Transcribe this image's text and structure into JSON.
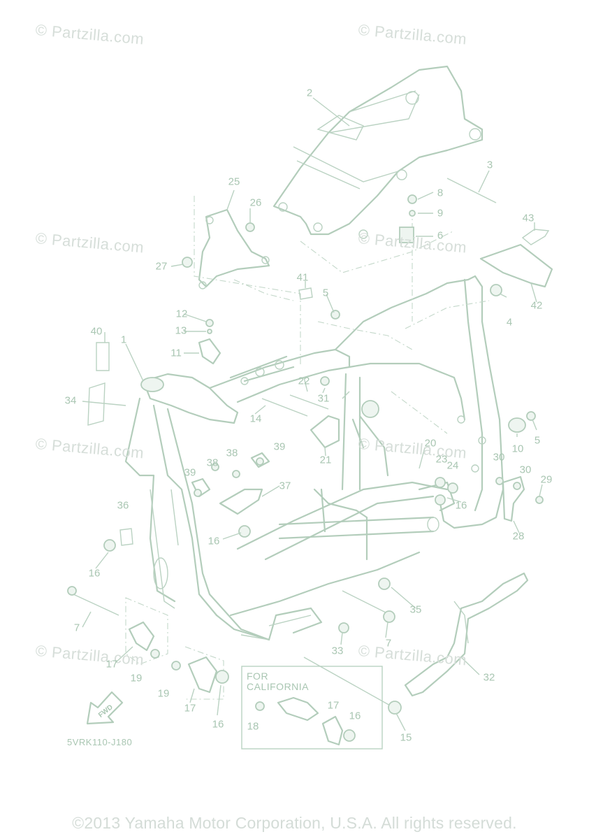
{
  "watermark": "© Partzilla.com",
  "inset_title_line1": "FOR",
  "inset_title_line2": "CALIFORNIA",
  "diagram_code": "5VRK110-J180",
  "fwd_label": "FWD",
  "copyright": "©2013 Yamaha Motor Corporation, U.S.A. All rights reserved.",
  "callouts": [
    "1",
    "2",
    "3",
    "4",
    "5",
    "5",
    "6",
    "7",
    "7",
    "8",
    "9",
    "10",
    "11",
    "12",
    "13",
    "14",
    "15",
    "16",
    "16",
    "16",
    "16",
    "16",
    "17",
    "17",
    "17",
    "18",
    "19",
    "19",
    "20",
    "21",
    "22",
    "23",
    "24",
    "25",
    "26",
    "27",
    "28",
    "29",
    "30",
    "30",
    "31",
    "32",
    "33",
    "34",
    "35",
    "36",
    "37",
    "38",
    "38",
    "39",
    "39",
    "40",
    "41",
    "42",
    "43"
  ],
  "colors": {
    "line": "#b3cdbb",
    "text": "#a9c6b2",
    "watermark": "#d6ded9"
  }
}
